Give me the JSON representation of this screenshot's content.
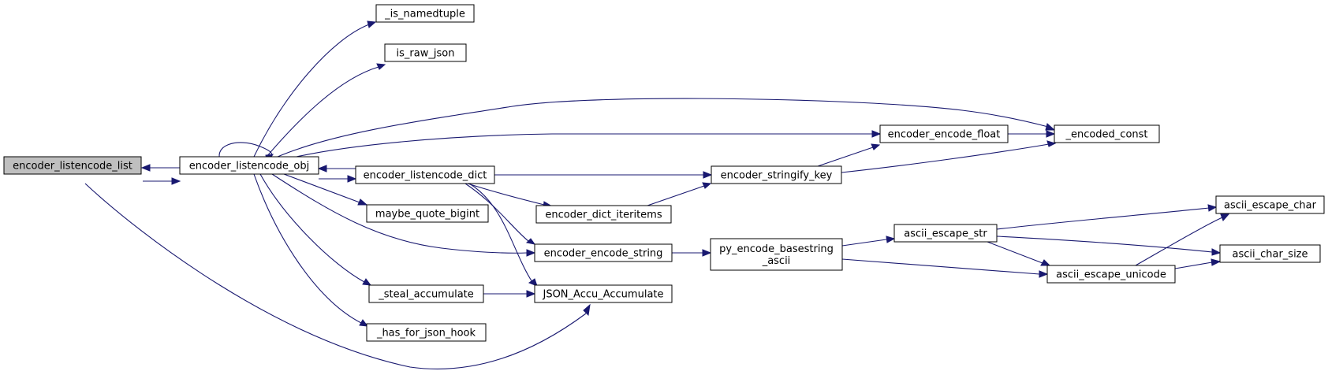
{
  "graph": {
    "kind": "call graph",
    "edge_color": "#191970",
    "root_fill": "#bfbfbf",
    "nodes": [
      {
        "id": "n_list",
        "label": [
          "encoder_listencode_list"
        ],
        "root": true
      },
      {
        "id": "n_obj",
        "label": [
          "encoder_listencode_obj"
        ]
      },
      {
        "id": "n_named",
        "label": [
          "_is_namedtuple"
        ]
      },
      {
        "id": "n_raw",
        "label": [
          "is_raw_json"
        ]
      },
      {
        "id": "n_dict",
        "label": [
          "encoder_listencode_dict"
        ]
      },
      {
        "id": "n_bigint",
        "label": [
          "maybe_quote_bigint"
        ]
      },
      {
        "id": "n_steal",
        "label": [
          "_steal_accumulate"
        ]
      },
      {
        "id": "n_hook",
        "label": [
          "_has_for_json_hook"
        ]
      },
      {
        "id": "n_iter",
        "label": [
          "encoder_dict_iteritems"
        ]
      },
      {
        "id": "n_string",
        "label": [
          "encoder_encode_string"
        ]
      },
      {
        "id": "n_accu",
        "label": [
          "JSON_Accu_Accumulate"
        ]
      },
      {
        "id": "n_float",
        "label": [
          "encoder_encode_float"
        ]
      },
      {
        "id": "n_key",
        "label": [
          "encoder_stringify_key"
        ]
      },
      {
        "id": "n_pyenc",
        "label": [
          "py_encode_basestring",
          "_ascii"
        ]
      },
      {
        "id": "n_const",
        "label": [
          "_encoded_const"
        ]
      },
      {
        "id": "n_str",
        "label": [
          "ascii_escape_str"
        ]
      },
      {
        "id": "n_uni",
        "label": [
          "ascii_escape_unicode"
        ]
      },
      {
        "id": "n_char",
        "label": [
          "ascii_escape_char"
        ]
      },
      {
        "id": "n_size",
        "label": [
          "ascii_char_size"
        ]
      }
    ],
    "edges": [
      {
        "from": "n_list",
        "to": "n_obj"
      },
      {
        "from": "n_obj",
        "to": "n_list"
      },
      {
        "from": "n_list",
        "to": "n_accu"
      },
      {
        "from": "n_obj",
        "to": "n_obj"
      },
      {
        "from": "n_obj",
        "to": "n_named"
      },
      {
        "from": "n_obj",
        "to": "n_raw"
      },
      {
        "from": "n_obj",
        "to": "n_const"
      },
      {
        "from": "n_obj",
        "to": "n_float"
      },
      {
        "from": "n_obj",
        "to": "n_dict"
      },
      {
        "from": "n_dict",
        "to": "n_obj"
      },
      {
        "from": "n_obj",
        "to": "n_bigint"
      },
      {
        "from": "n_obj",
        "to": "n_string"
      },
      {
        "from": "n_obj",
        "to": "n_steal"
      },
      {
        "from": "n_obj",
        "to": "n_hook"
      },
      {
        "from": "n_obj",
        "to": "n_accu"
      },
      {
        "from": "n_dict",
        "to": "n_key"
      },
      {
        "from": "n_dict",
        "to": "n_iter"
      },
      {
        "from": "n_dict",
        "to": "n_string"
      },
      {
        "from": "n_dict",
        "to": "n_accu"
      },
      {
        "from": "n_iter",
        "to": "n_key"
      },
      {
        "from": "n_steal",
        "to": "n_accu"
      },
      {
        "from": "n_string",
        "to": "n_pyenc"
      },
      {
        "from": "n_key",
        "to": "n_float"
      },
      {
        "from": "n_key",
        "to": "n_const"
      },
      {
        "from": "n_float",
        "to": "n_const"
      },
      {
        "from": "n_pyenc",
        "to": "n_str"
      },
      {
        "from": "n_pyenc",
        "to": "n_uni"
      },
      {
        "from": "n_str",
        "to": "n_char"
      },
      {
        "from": "n_str",
        "to": "n_uni"
      },
      {
        "from": "n_str",
        "to": "n_size"
      },
      {
        "from": "n_uni",
        "to": "n_char"
      },
      {
        "from": "n_uni",
        "to": "n_size"
      }
    ]
  }
}
